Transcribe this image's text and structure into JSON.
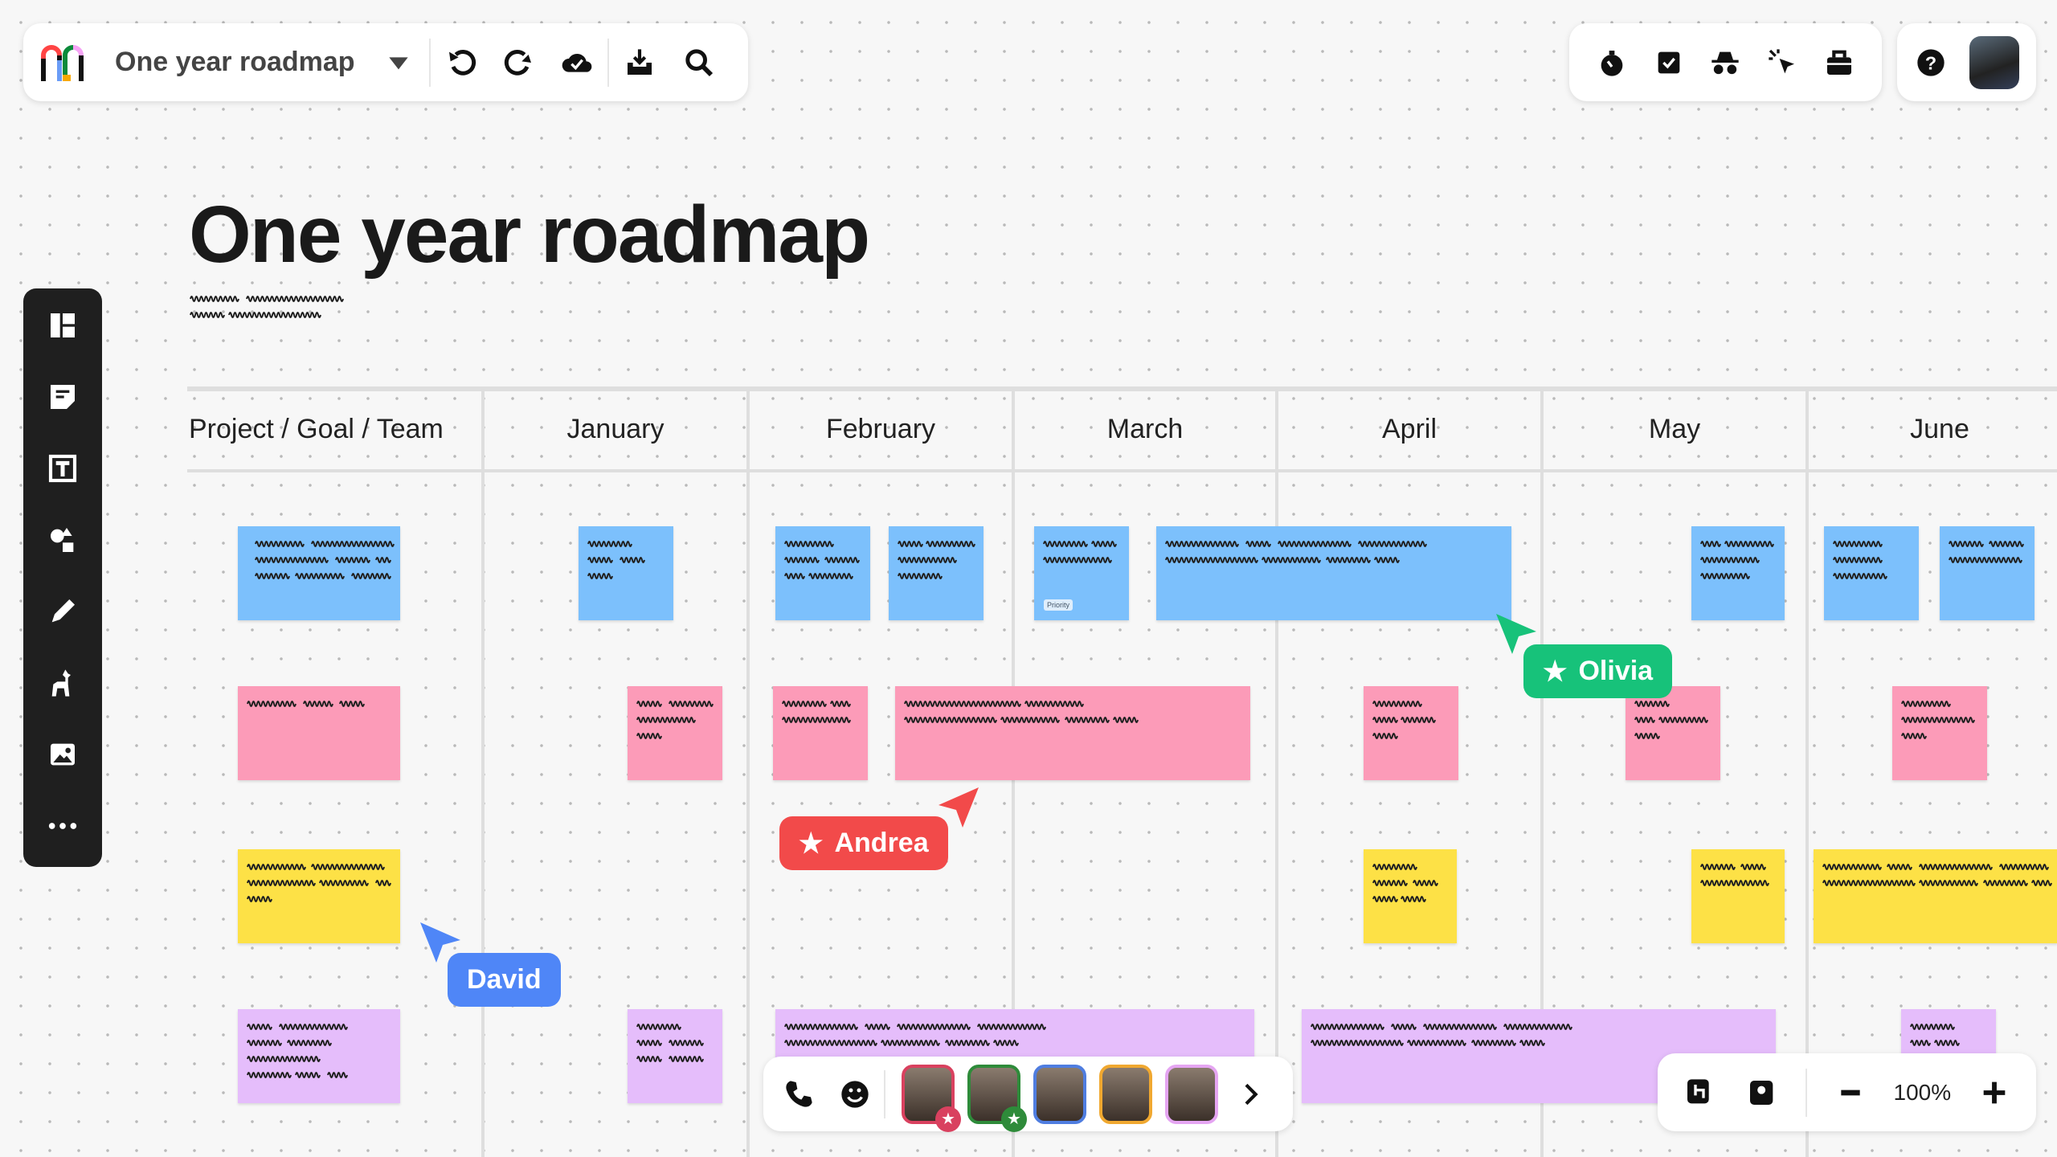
{
  "topbar": {
    "board_title": "One year roadmap",
    "icons": [
      "logo",
      "dropdown-caret",
      "undo-icon",
      "redo-icon",
      "cloud-saved-icon",
      "download-icon",
      "search-icon"
    ]
  },
  "right_toolbar": {
    "icons": [
      "timer-icon",
      "checkbox-icon",
      "incognito-icon",
      "cursor-click-icon",
      "toolbox-icon"
    ]
  },
  "account": {
    "icons": [
      "help-icon",
      "user-avatar"
    ]
  },
  "canvas": {
    "title": "One year roadmap"
  },
  "table": {
    "columns": [
      "Project / Goal / Team",
      "January",
      "February",
      "March",
      "April",
      "May",
      "June"
    ]
  },
  "sidebar": {
    "icons": [
      "templates-icon",
      "sticky-note-icon",
      "text-icon",
      "shapes-icon",
      "pen-icon",
      "llama-icon",
      "image-icon",
      "more-icon"
    ]
  },
  "sticky_colors": {
    "blue": "#7cc0fc",
    "pink": "#fc9bb8",
    "yellow": "#fde146",
    "purple": "#e5bdfb"
  },
  "sticky_tag": "Priority",
  "cursors": [
    {
      "name": "Olivia",
      "color": "#17c27a"
    },
    {
      "name": "Andrea",
      "color": "#f24a4a"
    },
    {
      "name": "David",
      "color": "#4f86f7"
    }
  ],
  "bottom_toolbar": {
    "icons": [
      "phone-icon",
      "emoji-icon"
    ],
    "participants": [
      {
        "color": "#d9415f",
        "badge": "star"
      },
      {
        "color": "#2e8b3a",
        "badge": "star"
      },
      {
        "color": "#4f7de0"
      },
      {
        "color": "#f0a830"
      },
      {
        "color": "#e5a5f2"
      }
    ]
  },
  "zoom_toolbar": {
    "zoom_level": "100%"
  }
}
